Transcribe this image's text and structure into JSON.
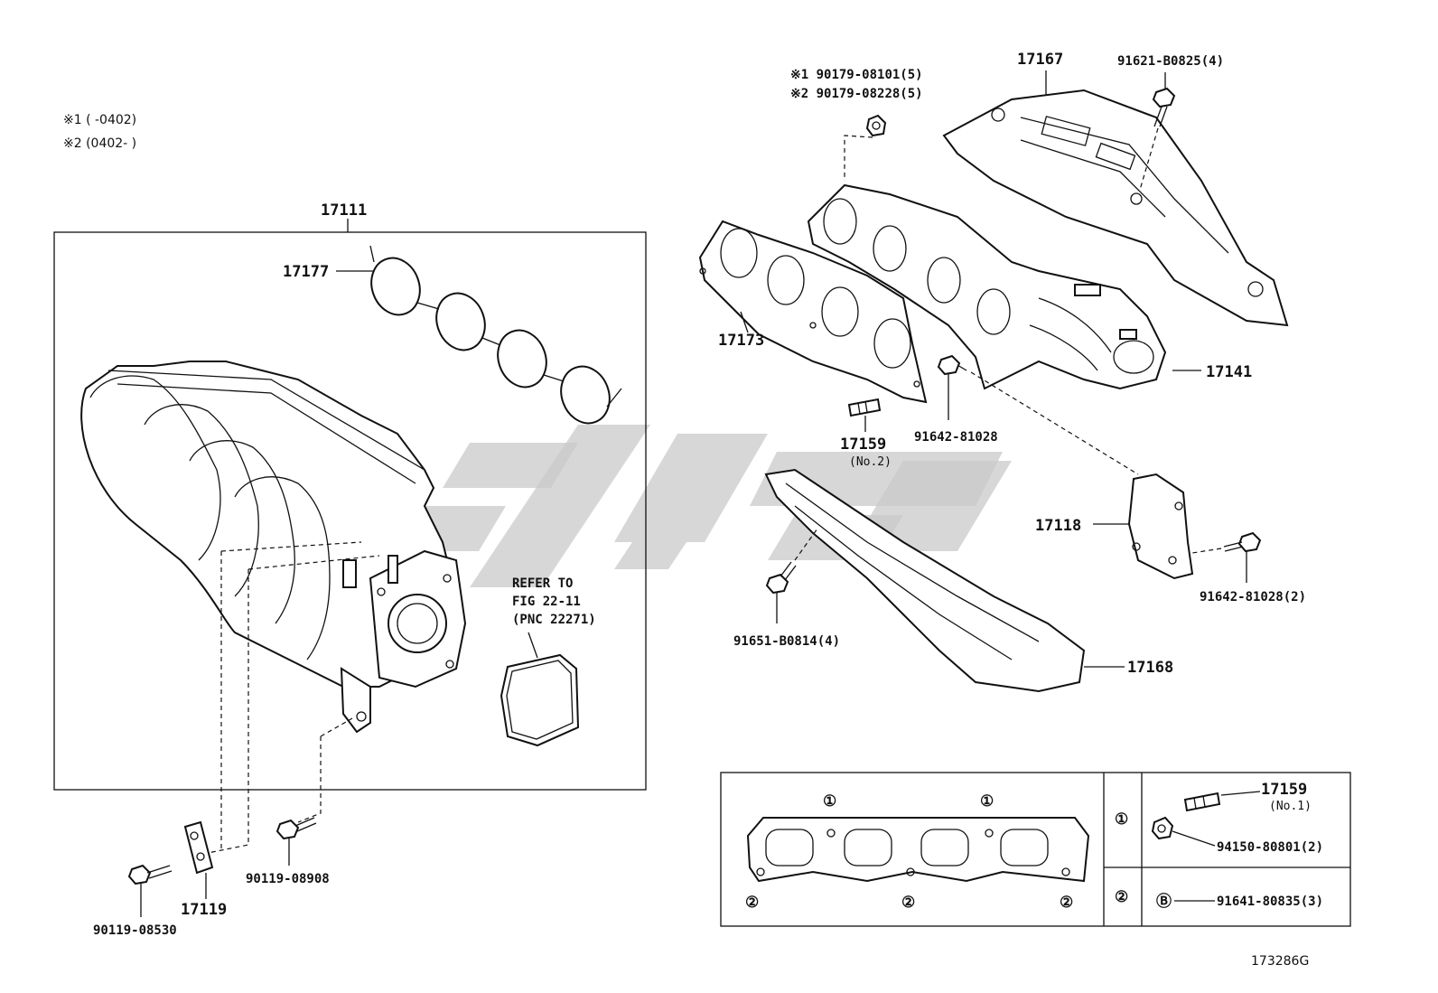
{
  "notes": {
    "note1": "※1 (      -0402)",
    "note2": "※2 (0402-       )"
  },
  "labels": {
    "assembly_17111": "17111",
    "gasket_17177": "17177",
    "manifold_gasket_17173": "17173",
    "insulator_17167": "17167",
    "bolt_91621": "91621-B0825(4)",
    "nut_s1": "※1  90179-08101(5)",
    "nut_s2": "※2  90179-08228(5)",
    "converter_17141": "17141",
    "stud_17159": "17159",
    "stud_17159_note": "(No.2)",
    "bolt_91642": "91642-81028",
    "bracket_17118": "17118",
    "bolt_91642_2": "91642-81028(2)",
    "insulator_17168": "17168",
    "bolt_91651": "91651-B0814(4)",
    "refer_line1": "REFER TO",
    "refer_line2": "FIG 22-11",
    "refer_line3": "(PNC 22271)",
    "stay_17119": "17119",
    "bolt_90119_08908": "90119-08908",
    "bolt_90119_08530": "90119-08530"
  },
  "legend_table": {
    "markers": {
      "one": "①",
      "two": "②",
      "b": "Ⓑ"
    },
    "row1": {
      "stud": "17159",
      "stud_note": "(No.1)",
      "nut": "94150-80801(2)"
    },
    "row2": {
      "bolt": "91641-80835(3)"
    }
  },
  "figure_id": "173286G"
}
